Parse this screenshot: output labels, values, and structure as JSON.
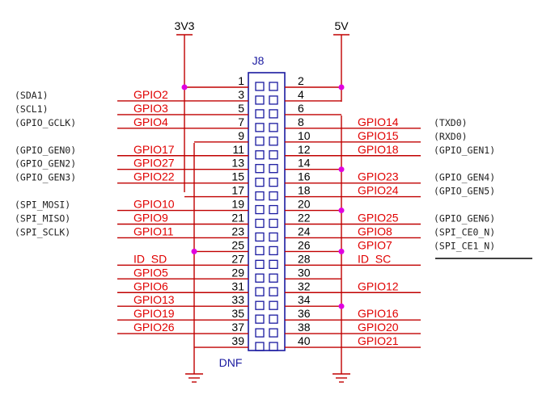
{
  "connector": {
    "ref": "J8",
    "note": "DNF"
  },
  "power": {
    "left_rail": "3V3",
    "right_rail": "5V"
  },
  "colors": {
    "wire": "#c00000",
    "pin_text": "#000000",
    "signal_text": "#e00000",
    "connector": "#1a1aa0",
    "junction": "#e000e0"
  },
  "left_pins": [
    {
      "num": "1",
      "gpio": "",
      "alt": ""
    },
    {
      "num": "3",
      "gpio": "GPIO2",
      "alt": "(SDA1)"
    },
    {
      "num": "5",
      "gpio": "GPIO3",
      "alt": "(SCL1)"
    },
    {
      "num": "7",
      "gpio": "GPIO4",
      "alt": "(GPIO_GCLK)"
    },
    {
      "num": "9",
      "gpio": "",
      "alt": ""
    },
    {
      "num": "11",
      "gpio": "GPIO17",
      "alt": "(GPIO_GEN0)"
    },
    {
      "num": "13",
      "gpio": "GPIO27",
      "alt": "(GPIO_GEN2)"
    },
    {
      "num": "15",
      "gpio": "GPIO22",
      "alt": "(GPIO_GEN3)"
    },
    {
      "num": "17",
      "gpio": "",
      "alt": ""
    },
    {
      "num": "19",
      "gpio": "GPIO10",
      "alt": "(SPI_MOSI)"
    },
    {
      "num": "21",
      "gpio": "GPIO9",
      "alt": "(SPI_MISO)"
    },
    {
      "num": "23",
      "gpio": "GPIO11",
      "alt": "(SPI_SCLK)"
    },
    {
      "num": "25",
      "gpio": "",
      "alt": ""
    },
    {
      "num": "27",
      "gpio": "ID_SD",
      "alt": ""
    },
    {
      "num": "29",
      "gpio": "GPIO5",
      "alt": ""
    },
    {
      "num": "31",
      "gpio": "GPIO6",
      "alt": ""
    },
    {
      "num": "33",
      "gpio": "GPIO13",
      "alt": ""
    },
    {
      "num": "35",
      "gpio": "GPIO19",
      "alt": ""
    },
    {
      "num": "37",
      "gpio": "GPIO26",
      "alt": ""
    },
    {
      "num": "39",
      "gpio": "",
      "alt": ""
    }
  ],
  "right_pins": [
    {
      "num": "2",
      "gpio": "",
      "alt": ""
    },
    {
      "num": "4",
      "gpio": "",
      "alt": ""
    },
    {
      "num": "6",
      "gpio": "",
      "alt": ""
    },
    {
      "num": "8",
      "gpio": "GPIO14",
      "alt": "(TXD0)"
    },
    {
      "num": "10",
      "gpio": "GPIO15",
      "alt": "(RXD0)"
    },
    {
      "num": "12",
      "gpio": "GPIO18",
      "alt": "(GPIO_GEN1)"
    },
    {
      "num": "14",
      "gpio": "",
      "alt": ""
    },
    {
      "num": "16",
      "gpio": "GPIO23",
      "alt": "(GPIO_GEN4)"
    },
    {
      "num": "18",
      "gpio": "GPIO24",
      "alt": "(GPIO_GEN5)"
    },
    {
      "num": "20",
      "gpio": "",
      "alt": ""
    },
    {
      "num": "22",
      "gpio": "GPIO25",
      "alt": "(GPIO_GEN6)"
    },
    {
      "num": "24",
      "gpio": "GPIO8",
      "alt": "(SPI_CE0_N)"
    },
    {
      "num": "26",
      "gpio": "GPIO7",
      "alt": "(SPI_CE1_N)"
    },
    {
      "num": "28",
      "gpio": "ID_SC",
      "alt": ""
    },
    {
      "num": "30",
      "gpio": "",
      "alt": ""
    },
    {
      "num": "32",
      "gpio": "GPIO12",
      "alt": ""
    },
    {
      "num": "34",
      "gpio": "",
      "alt": ""
    },
    {
      "num": "36",
      "gpio": "GPIO16",
      "alt": ""
    },
    {
      "num": "38",
      "gpio": "GPIO20",
      "alt": ""
    },
    {
      "num": "40",
      "gpio": "GPIO21",
      "alt": ""
    }
  ]
}
